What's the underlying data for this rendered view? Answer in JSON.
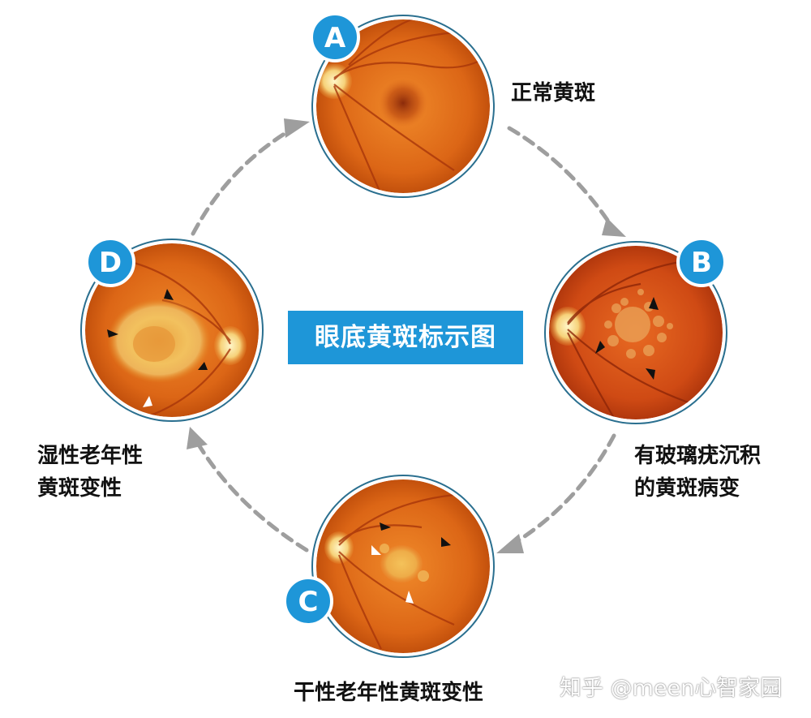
{
  "title": "眼底黄斑标示图",
  "stages": [
    {
      "letter": "A",
      "label_lines": [
        "正常黄斑"
      ]
    },
    {
      "letter": "B",
      "label_lines": [
        "有玻璃疣沉积",
        "的黄斑病变"
      ]
    },
    {
      "letter": "C",
      "label_lines": [
        "干性老年性黄斑变性"
      ]
    },
    {
      "letter": "D",
      "label_lines": [
        "湿性老年性",
        "黄斑变性"
      ]
    }
  ],
  "watermark": "知乎 @meen心智家园",
  "colors": {
    "accent_blue": "#1e96d8",
    "arrow_gray": "#9e9e9e",
    "ring_stroke": "#2a6f8f",
    "fundus_orange": "#e2701c"
  }
}
